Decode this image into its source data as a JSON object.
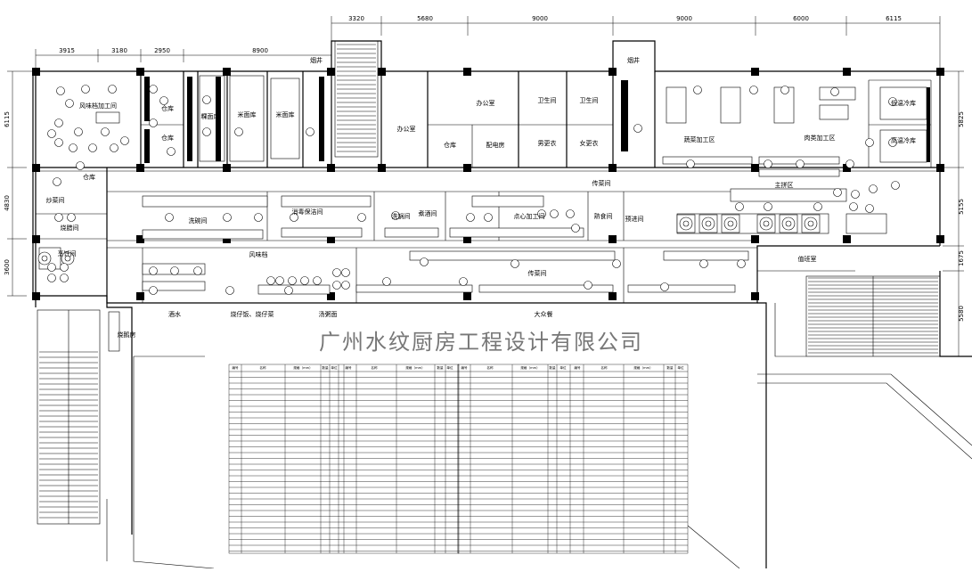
{
  "company_name": "广州水纹厨房工程设计有限公司",
  "dimensions": {
    "top_upper": [
      "3320",
      "5680",
      "9000",
      "9000",
      "6000",
      "6115"
    ],
    "top_lower": [
      "3915",
      "3180",
      "2950",
      "8900"
    ],
    "left": [
      "6115",
      "4830",
      "3600"
    ],
    "right": [
      "5825",
      "5155",
      "1675",
      "5580"
    ]
  },
  "rooms": [
    {
      "id": "fengwei",
      "label": "风味档加工间"
    },
    {
      "id": "cangku1",
      "label": "仓库"
    },
    {
      "id": "cangku2",
      "label": "仓库"
    },
    {
      "id": "cangku3",
      "label": "仓库"
    },
    {
      "id": "guomi",
      "label": "粿面库"
    },
    {
      "id": "mimian",
      "label": "米面库"
    },
    {
      "id": "mimian2",
      "label": "米面库"
    },
    {
      "id": "shaft1",
      "label": "烟井"
    },
    {
      "id": "shaft2",
      "label": "烟井"
    },
    {
      "id": "bangong",
      "label": "办公室"
    },
    {
      "id": "bangong2",
      "label": "办公室"
    },
    {
      "id": "cangku4",
      "label": "仓库"
    },
    {
      "id": "peidian",
      "label": "配电房"
    },
    {
      "id": "wc1",
      "label": "卫生间"
    },
    {
      "id": "wc2",
      "label": "卫生间"
    },
    {
      "id": "nangeng",
      "label": "男更衣"
    },
    {
      "id": "nvgeng",
      "label": "女更衣"
    },
    {
      "id": "shucai",
      "label": "蔬菜加工区"
    },
    {
      "id": "rouqin",
      "label": "肉类加工区"
    },
    {
      "id": "dileng",
      "label": "低温冷库"
    },
    {
      "id": "gaoleng",
      "label": "高温冷库"
    },
    {
      "id": "zhupan",
      "label": "主拼区"
    },
    {
      "id": "xiwan",
      "label": "洗碗间"
    },
    {
      "id": "xiaodu",
      "label": "消毒保洁间"
    },
    {
      "id": "xiguo",
      "label": "洗锅间"
    },
    {
      "id": "zhujiu",
      "label": "煮酒间"
    },
    {
      "id": "dianxin",
      "label": "点心加工间"
    },
    {
      "id": "shushi",
      "label": "熟食间"
    },
    {
      "id": "yujin",
      "label": "预进间"
    },
    {
      "id": "chuanjiao",
      "label": "传菜间"
    },
    {
      "id": "zhuoyi",
      "label": "值班室"
    },
    {
      "id": "fengweidang",
      "label": "风味档"
    },
    {
      "id": "pengtiao",
      "label": "烹饪间"
    },
    {
      "id": "paopan",
      "label": "烧腊间"
    },
    {
      "id": "chuancai",
      "label": "传菜间"
    },
    {
      "id": "jiuliu",
      "label": "酒水"
    },
    {
      "id": "shaola",
      "label": "烧仔饭、烧仔菜"
    },
    {
      "id": "tangzhou",
      "label": "汤粥面"
    },
    {
      "id": "dazhong",
      "label": "大众餐"
    },
    {
      "id": "jiuchu",
      "label": "烧鹅房"
    },
    {
      "id": "yanjing",
      "label": "炒菜间"
    }
  ],
  "table": {
    "headers": [
      "编号",
      "名称",
      "规格（mm）",
      "数量",
      "单位"
    ]
  }
}
